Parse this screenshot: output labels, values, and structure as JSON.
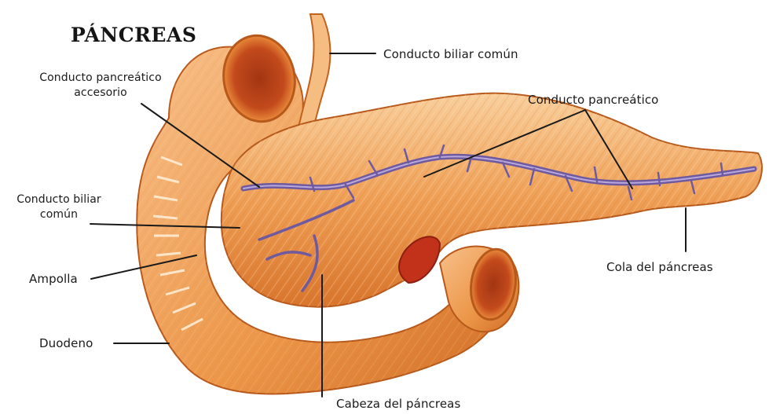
{
  "title": "PÁNCREAS",
  "labels": {
    "conducto_biliar_comun_top": "Conducto biliar común",
    "conducto_pancreatico_accesorio_1": "Conducto pancreático",
    "conducto_pancreatico_accesorio_2": "accesorio",
    "conducto_pancreatico": "Conducto pancreático",
    "conducto_biliar_comun_left_1": "Conducto biliar",
    "conducto_biliar_comun_left_2": "común",
    "ampolla": "Ampolla",
    "duodeno": "Duodeno",
    "cola_del_pancreas": "Cola del páncreas",
    "cabeza_del_pancreas": "Cabeza del páncreas"
  },
  "colors": {
    "organ_orange": "#e98a3a",
    "organ_light": "#f7c48c",
    "organ_dark": "#b5541a",
    "duct_purple": "#6f5aa0",
    "leader_line": "#1a1a1a"
  }
}
